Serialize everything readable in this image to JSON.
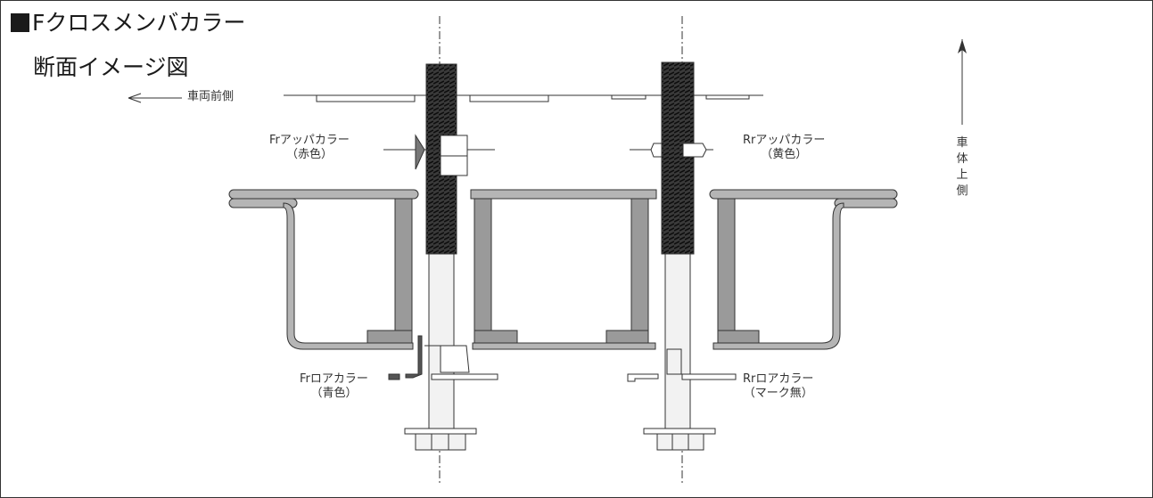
{
  "title": "Fクロスメンバカラー",
  "subtitle": "断面イメージ図",
  "direction_front": "車両前側",
  "direction_up": [
    "車",
    "体",
    "上",
    "側"
  ],
  "labels": {
    "fr_upper_name": "Frアッパカラー",
    "fr_upper_color": "（赤色）",
    "rr_upper_name": "Rrアッパカラー",
    "rr_upper_color": "（黄色）",
    "fr_lower_name": "Frロアカラー",
    "fr_lower_color": "（青色）",
    "rr_lower_name": "Rrロアカラー",
    "rr_lower_color": "（マーク無）"
  },
  "colors": {
    "line": "#333333",
    "metal": "#b5b5b5",
    "thread": "#2a2a2a",
    "bolt": "#e8e8e8"
  }
}
